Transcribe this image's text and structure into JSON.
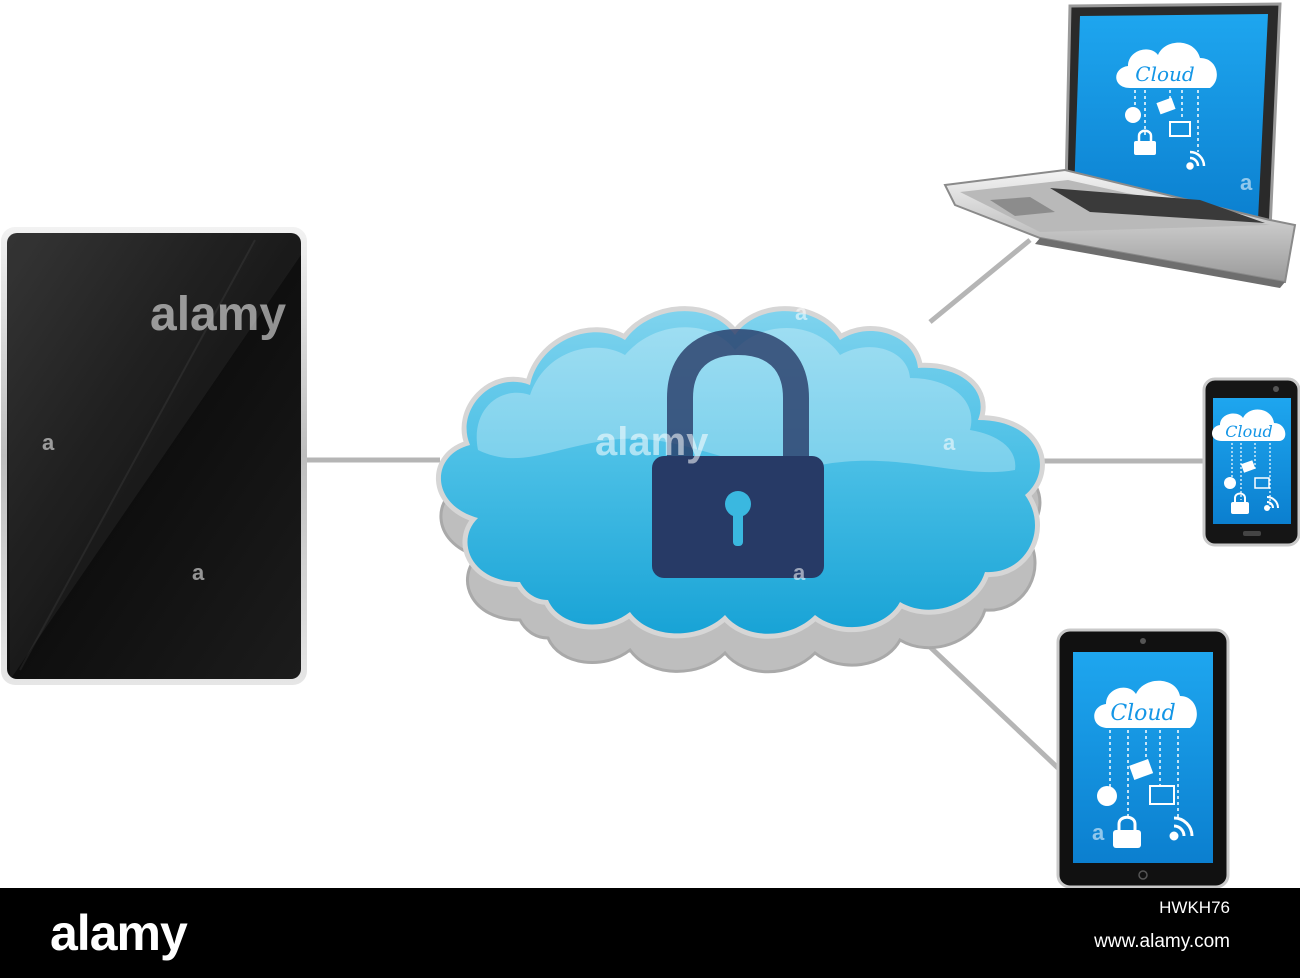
{
  "colors": {
    "background": "#ffffff",
    "cloud_fill": "#3ab8e0",
    "cloud_rim": "#c8c8c8",
    "lock": "#273a66",
    "screen_blue": "#1496e6",
    "device_black": "#111111",
    "connector": "#b5b5b5",
    "footer_bg": "#000000",
    "footer_text": "#ffffff"
  },
  "icons": {
    "center": "padlock-icon",
    "screen_icons": [
      "globe-icon",
      "envelope-icon",
      "chat-icon",
      "padlock-icon",
      "wifi-icon"
    ]
  },
  "devices": {
    "laptop": {
      "screen_text": "Cloud"
    },
    "phone": {
      "screen_text": "Cloud"
    },
    "tablet_small": {
      "screen_text": "Cloud"
    }
  },
  "watermark": {
    "word": "alamy",
    "letter": "a"
  },
  "footer": {
    "logo": "alamy",
    "image_id": "HWKH76",
    "url": "www.alamy.com"
  }
}
